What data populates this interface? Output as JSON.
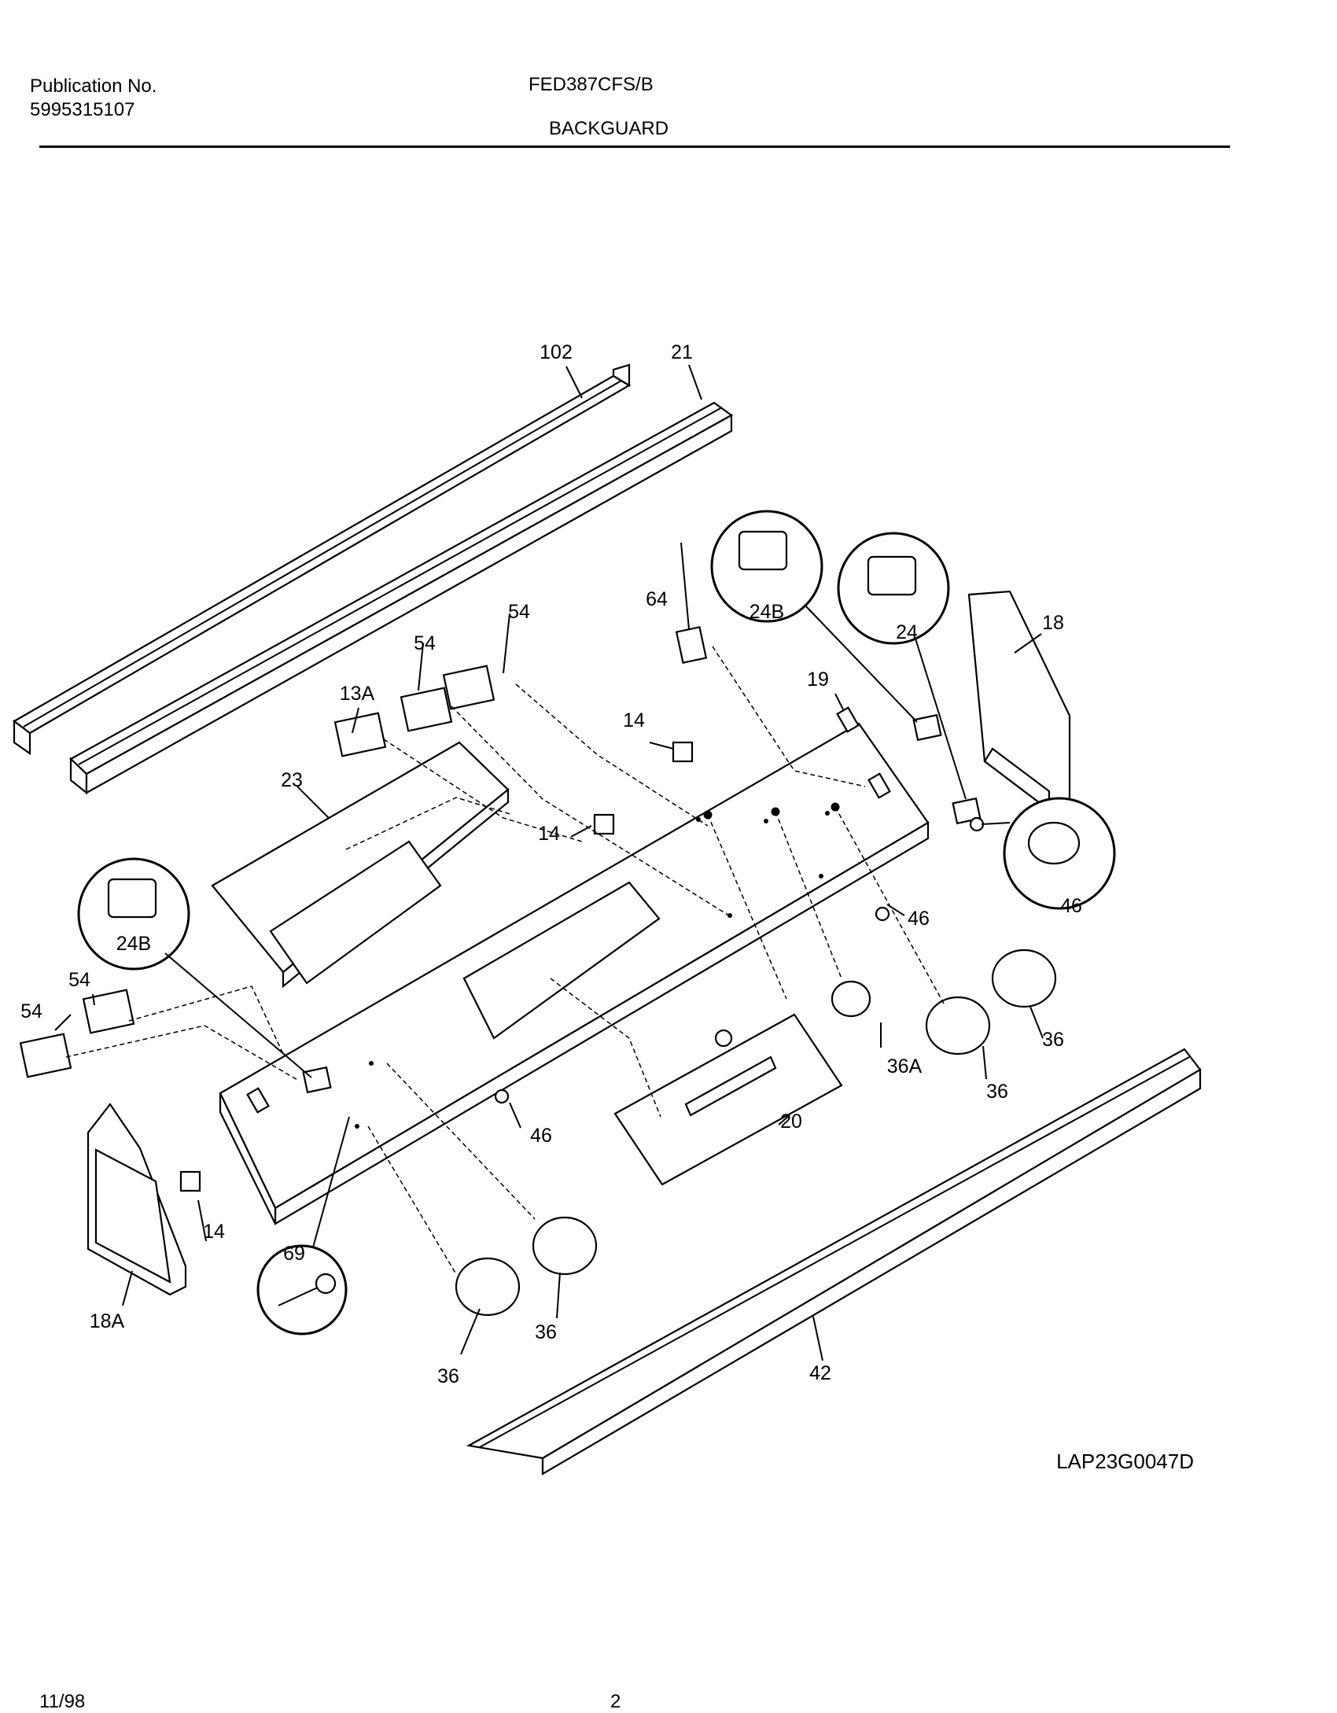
{
  "header": {
    "publication_label": "Publication No.",
    "publication_number": "5995315107",
    "model": "FED387CFS/B",
    "section": "BACKGUARD"
  },
  "diagram": {
    "id": "LAP23G0047D",
    "parts": {
      "p102": "102",
      "p21": "21",
      "p64": "64",
      "p24B_top": "24B",
      "p24": "24",
      "p18": "18",
      "p19": "19",
      "p54_a": "54",
      "p54_b": "54",
      "p13A": "13A",
      "p14_a": "14",
      "p14_b": "14",
      "p23": "23",
      "p24B_left": "24B",
      "p46_circle": "46",
      "p46_a": "46",
      "p54_c": "54",
      "p54_d": "54",
      "p36_a": "36",
      "p36A": "36A",
      "p36_b": "36",
      "p46_b": "46",
      "p20": "20",
      "p14_c": "14",
      "p69": "69",
      "p18A": "18A",
      "p36_c": "36",
      "p36_d": "36",
      "p42": "42"
    }
  },
  "footer": {
    "date": "11/98",
    "page": "2"
  }
}
